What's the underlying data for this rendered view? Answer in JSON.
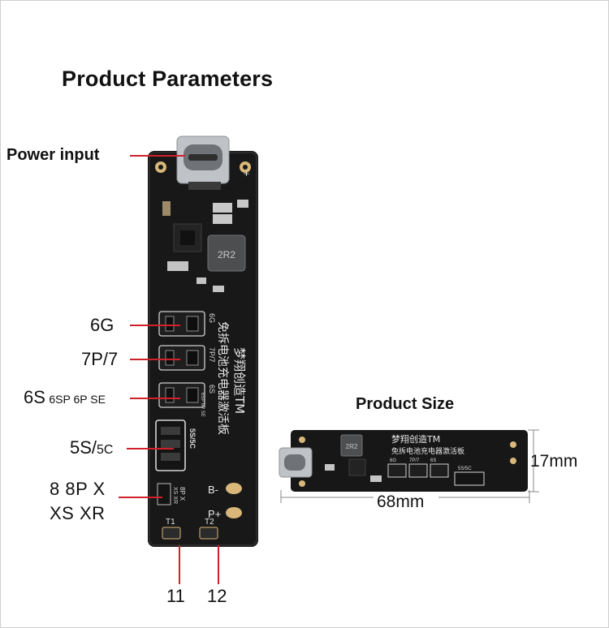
{
  "title": "Product Parameters",
  "board_text": {
    "brand": "梦翔创造TM",
    "subtitle": "免拆电池充电器激活板",
    "inductor": "2R2",
    "plus": "+",
    "b_minus": "B-",
    "p_plus": "P+",
    "t1": "T1",
    "t2": "T2",
    "silk_6g": "6G",
    "silk_7p": "7P/7",
    "silk_6s": "6S",
    "silk_6s_small": "6SP 6P SE",
    "silk_5s": "5S/5C",
    "silk_8p": "8P X",
    "silk_xs": "XS XR"
  },
  "callouts": {
    "power_input": "Power input",
    "c6g": "6G",
    "c7p": "7P/7",
    "c6s_big": "6S",
    "c6s_small": "6SP 6P SE",
    "c5s_big": "5S/",
    "c5s_small": "5C",
    "c8_line1": "8 8P X",
    "c8_line2": "XS XR",
    "t11": "11",
    "t12": "12"
  },
  "size": {
    "title": "Product Size",
    "height": "17mm",
    "width": "68mm"
  },
  "colors": {
    "board": "#161616",
    "lead": "#d0202a",
    "pad": "#d9b77a"
  }
}
